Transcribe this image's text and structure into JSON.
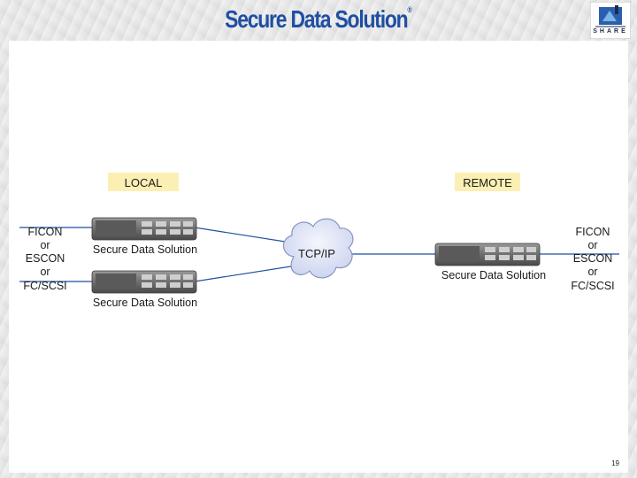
{
  "header": {
    "title": "Secure Data Solution",
    "registered_mark": "®",
    "logo_text": "SHARE"
  },
  "diagram": {
    "local_label": "LOCAL",
    "remote_label": "REMOTE",
    "left_interface": [
      "FICON",
      "or",
      "ESCON",
      "or",
      "FC/SCSI"
    ],
    "right_interface": [
      "FICON",
      "or",
      "ESCON",
      "or",
      "FC/SCSI"
    ],
    "local_device_1_label": "Secure Data Solution",
    "local_device_2_label": "Secure Data Solution",
    "remote_device_label": "Secure Data Solution",
    "network_label": "TCP/IP"
  },
  "footer": {
    "slide_number": "19"
  },
  "colors": {
    "title": "#1f4fa3",
    "link_line": "#1f4fa3",
    "label_highlight": "#fbefb4",
    "cloud_fill": "#e3e8f7",
    "cloud_stroke": "#8a94c4"
  }
}
